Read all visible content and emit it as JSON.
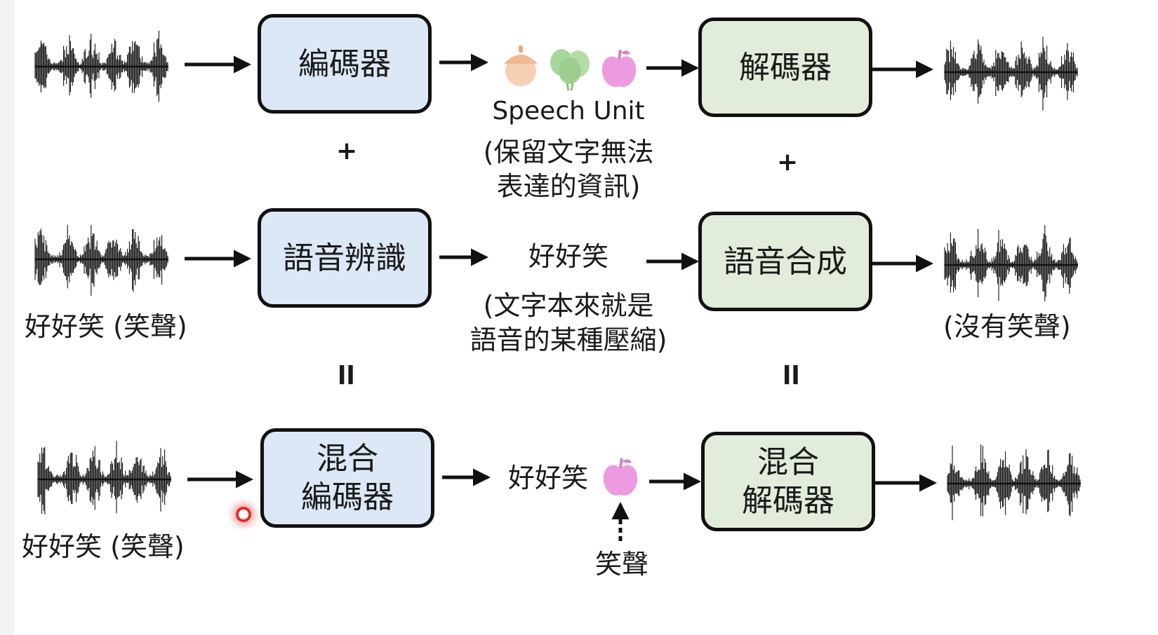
{
  "row1": {
    "encoder": "編碼器",
    "unit_label": "Speech Unit",
    "unit_note": [
      "(保留文字無法",
      "表達的資訊)"
    ],
    "decoder": "解碼器",
    "unit_icons": [
      "acorn-icon",
      "balloons-icon",
      "apple-icon"
    ]
  },
  "ops": {
    "plus": "+",
    "equals": "ll"
  },
  "row2": {
    "asr": "語音辨識",
    "text": "好好笑",
    "text_note": [
      "(文字本來就是",
      "語音的某種壓縮)"
    ],
    "tts": "語音合成",
    "input_caption": "好好笑 (笑聲)",
    "output_caption": "(沒有笑聲)"
  },
  "row3": {
    "mixed_encoder": [
      "混合",
      "編碼器"
    ],
    "text": "好好笑",
    "unit_caption": "笑聲",
    "mixed_decoder": [
      "混合",
      "解碼器"
    ],
    "input_caption": "好好笑 (笑聲)"
  },
  "colors": {
    "encoder_fill": "#dce8f5",
    "decoder_fill": "#e2ecdb",
    "acorn": "#f5c9a8",
    "balloons": "#a9d69a",
    "apple": "#ec9be0",
    "pointer": "#e0302b"
  }
}
